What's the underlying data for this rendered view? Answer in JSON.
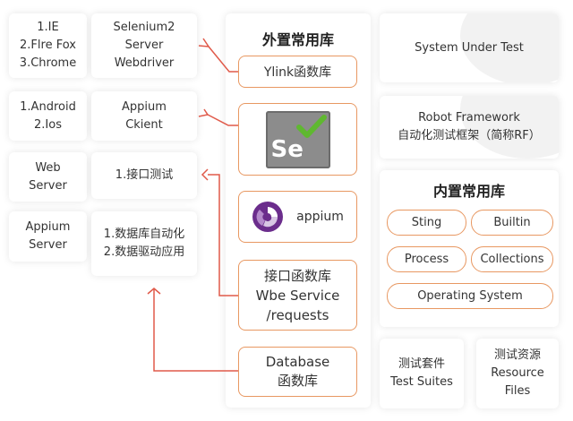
{
  "colors": {
    "accent": "#e89862",
    "arrow": "#e05a4a"
  },
  "left_col1": [
    "1.IE\n2.Flre Fox\n3.Chrome",
    "1.Android\n2.Ios",
    "Web\nServer",
    "Appium\nServer"
  ],
  "left_col2": [
    "Selenium2\nServer\nWebdriver",
    "Appium\nCkient",
    "1.接口测试",
    "1.数据库自动化\n2.数据驱动应用"
  ],
  "external": {
    "title": "外置常用库",
    "ylink": "Ylink函数库",
    "selenium_icon": "Se",
    "appium_label": "appium",
    "interface_lib": "接口函数库\nWbe Service\n/requests",
    "database_lib": "Database\n函数库"
  },
  "right": {
    "sut": "System Under Test",
    "rf": "Robot Framework\n自动化测试框架（简称RF）",
    "builtin_title": "内置常用库",
    "builtin_libs": [
      "Sting",
      "Builtin",
      "Process",
      "Collections",
      "Operating System"
    ],
    "suites": "测试套件\nTest Suites",
    "resources": "测试资源\nResource\nFiles"
  }
}
